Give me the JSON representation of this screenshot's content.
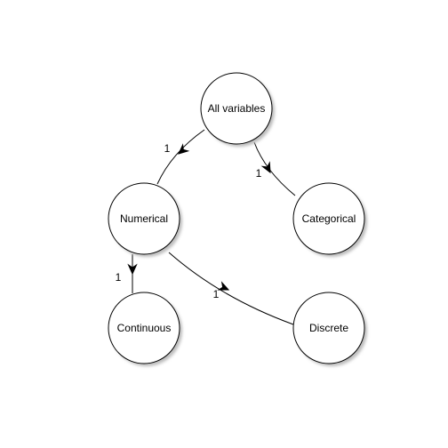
{
  "colors": {
    "node_fill": "#ffffff",
    "node_stroke": "#000000",
    "node_shadow": "#bdbdbd",
    "edge_stroke": "#000000",
    "text": "#000000"
  },
  "nodes": {
    "all_variables": {
      "label": "All variables"
    },
    "numerical": {
      "label": "Numerical"
    },
    "categorical": {
      "label": "Categorical"
    },
    "continuous": {
      "label": "Continuous"
    },
    "discrete": {
      "label": "Discrete"
    }
  },
  "edges": [
    {
      "from": "All variables",
      "to": "Numerical",
      "label": "1"
    },
    {
      "from": "All variables",
      "to": "Categorical",
      "label": "1"
    },
    {
      "from": "Numerical",
      "to": "Continuous",
      "label": "1"
    },
    {
      "from": "Numerical",
      "to": "Discrete",
      "label": "1"
    }
  ]
}
